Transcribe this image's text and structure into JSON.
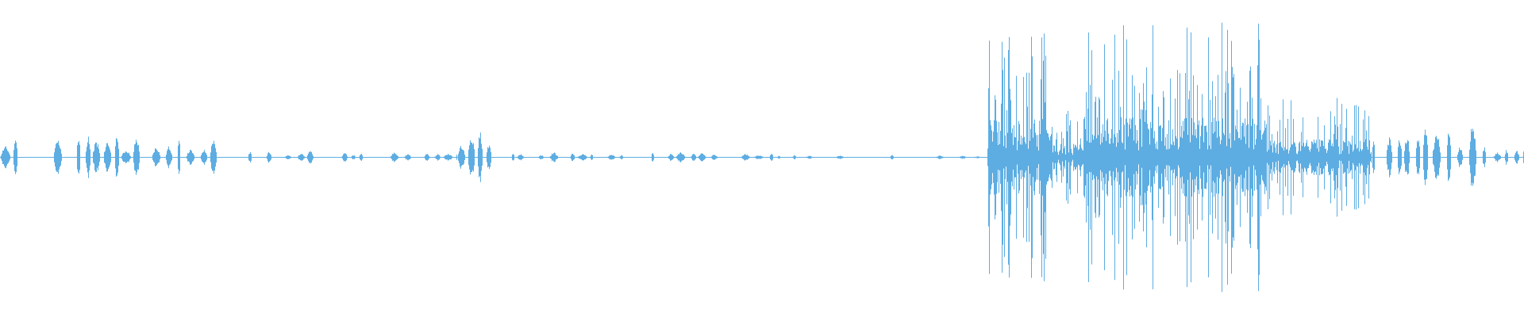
{
  "waveform": {
    "color": "#5dade2",
    "background": "#ffffff",
    "segments": [
      {
        "kind": "bursts",
        "start": 0.0,
        "end": 0.145,
        "amp": 0.18,
        "seed": 11,
        "density": 0.55
      },
      {
        "kind": "bursts",
        "start": 0.145,
        "end": 0.3,
        "amp": 0.05,
        "seed": 23,
        "density": 0.3
      },
      {
        "kind": "spike",
        "start": 0.3,
        "end": 0.325,
        "amp": 0.22,
        "seed": 31,
        "density": 1.0
      },
      {
        "kind": "bursts",
        "start": 0.325,
        "end": 0.51,
        "amp": 0.04,
        "seed": 47,
        "density": 0.25
      },
      {
        "kind": "quiet",
        "start": 0.51,
        "end": 0.648,
        "amp": 0.01,
        "seed": 53,
        "density": 0.2
      },
      {
        "kind": "loud",
        "start": 0.648,
        "end": 0.69,
        "amp": 0.95,
        "seed": 61,
        "density": 1.0
      },
      {
        "kind": "loud",
        "start": 0.69,
        "end": 0.71,
        "amp": 0.35,
        "seed": 67,
        "density": 1.0
      },
      {
        "kind": "loud",
        "start": 0.71,
        "end": 0.83,
        "amp": 1.0,
        "seed": 71,
        "density": 1.0
      },
      {
        "kind": "loud",
        "start": 0.83,
        "end": 0.9,
        "amp": 0.45,
        "seed": 79,
        "density": 1.0
      },
      {
        "kind": "bursts",
        "start": 0.9,
        "end": 0.975,
        "amp": 0.28,
        "seed": 83,
        "density": 0.7
      },
      {
        "kind": "bursts",
        "start": 0.975,
        "end": 1.0,
        "amp": 0.06,
        "seed": 89,
        "density": 0.4
      }
    ]
  }
}
